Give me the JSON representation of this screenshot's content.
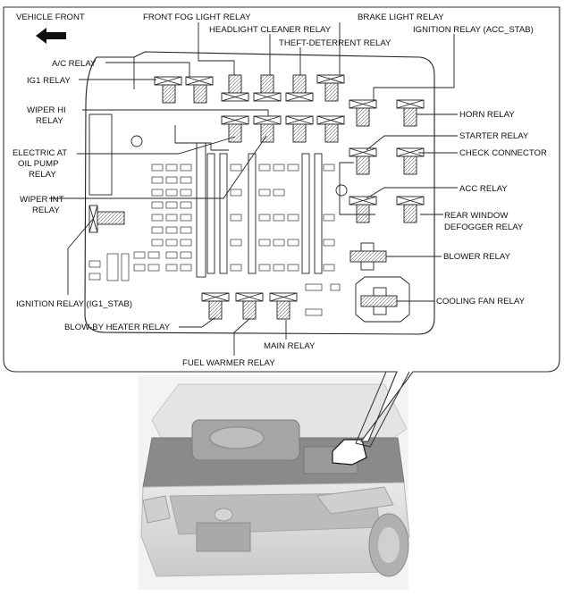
{
  "labels": {
    "vehicle_front": "VEHICLE FRONT",
    "front_fog": "FRONT FOG LIGHT RELAY",
    "brake_light": "BRAKE LIGHT RELAY",
    "headlight_cleaner": "HEADLIGHT CLEANER RELAY",
    "ignition_acc": "IGNITION RELAY (ACC_STAB)",
    "theft": "THEFT-DETERRENT RELAY",
    "ac": "A/C RELAY",
    "ig1": "IG1 RELAY",
    "wiper_hi_1": "WIPER HI",
    "wiper_hi_2": "RELAY",
    "horn": "HORN RELAY",
    "starter": "STARTER RELAY",
    "electric_at_1": "ELECTRIC AT",
    "electric_at_2": "OIL PUMP",
    "electric_at_3": "RELAY",
    "check_connector": "CHECK CONNECTOR",
    "acc": "ACC RELAY",
    "wiper_int_1": "WIPER INT",
    "wiper_int_2": "RELAY",
    "rear_window_1": "REAR WINDOW",
    "rear_window_2": "DEFOGGER RELAY",
    "blower": "BLOWER RELAY",
    "ignition_ig1": "IGNITION RELAY (IG1_STAB)",
    "cooling_fan": "COOLING FAN RELAY",
    "blow_by": "BLOW-BY HEATER RELAY",
    "main": "MAIN RELAY",
    "fuel_warmer": "FUEL WARMER RELAY"
  },
  "icons": {
    "front_arrow": "arrow-left-icon",
    "vehicle": "car-front-illustration"
  },
  "colors": {
    "line": "#222222",
    "car_body": "#d9d9d9",
    "callout_border": "#333333"
  }
}
